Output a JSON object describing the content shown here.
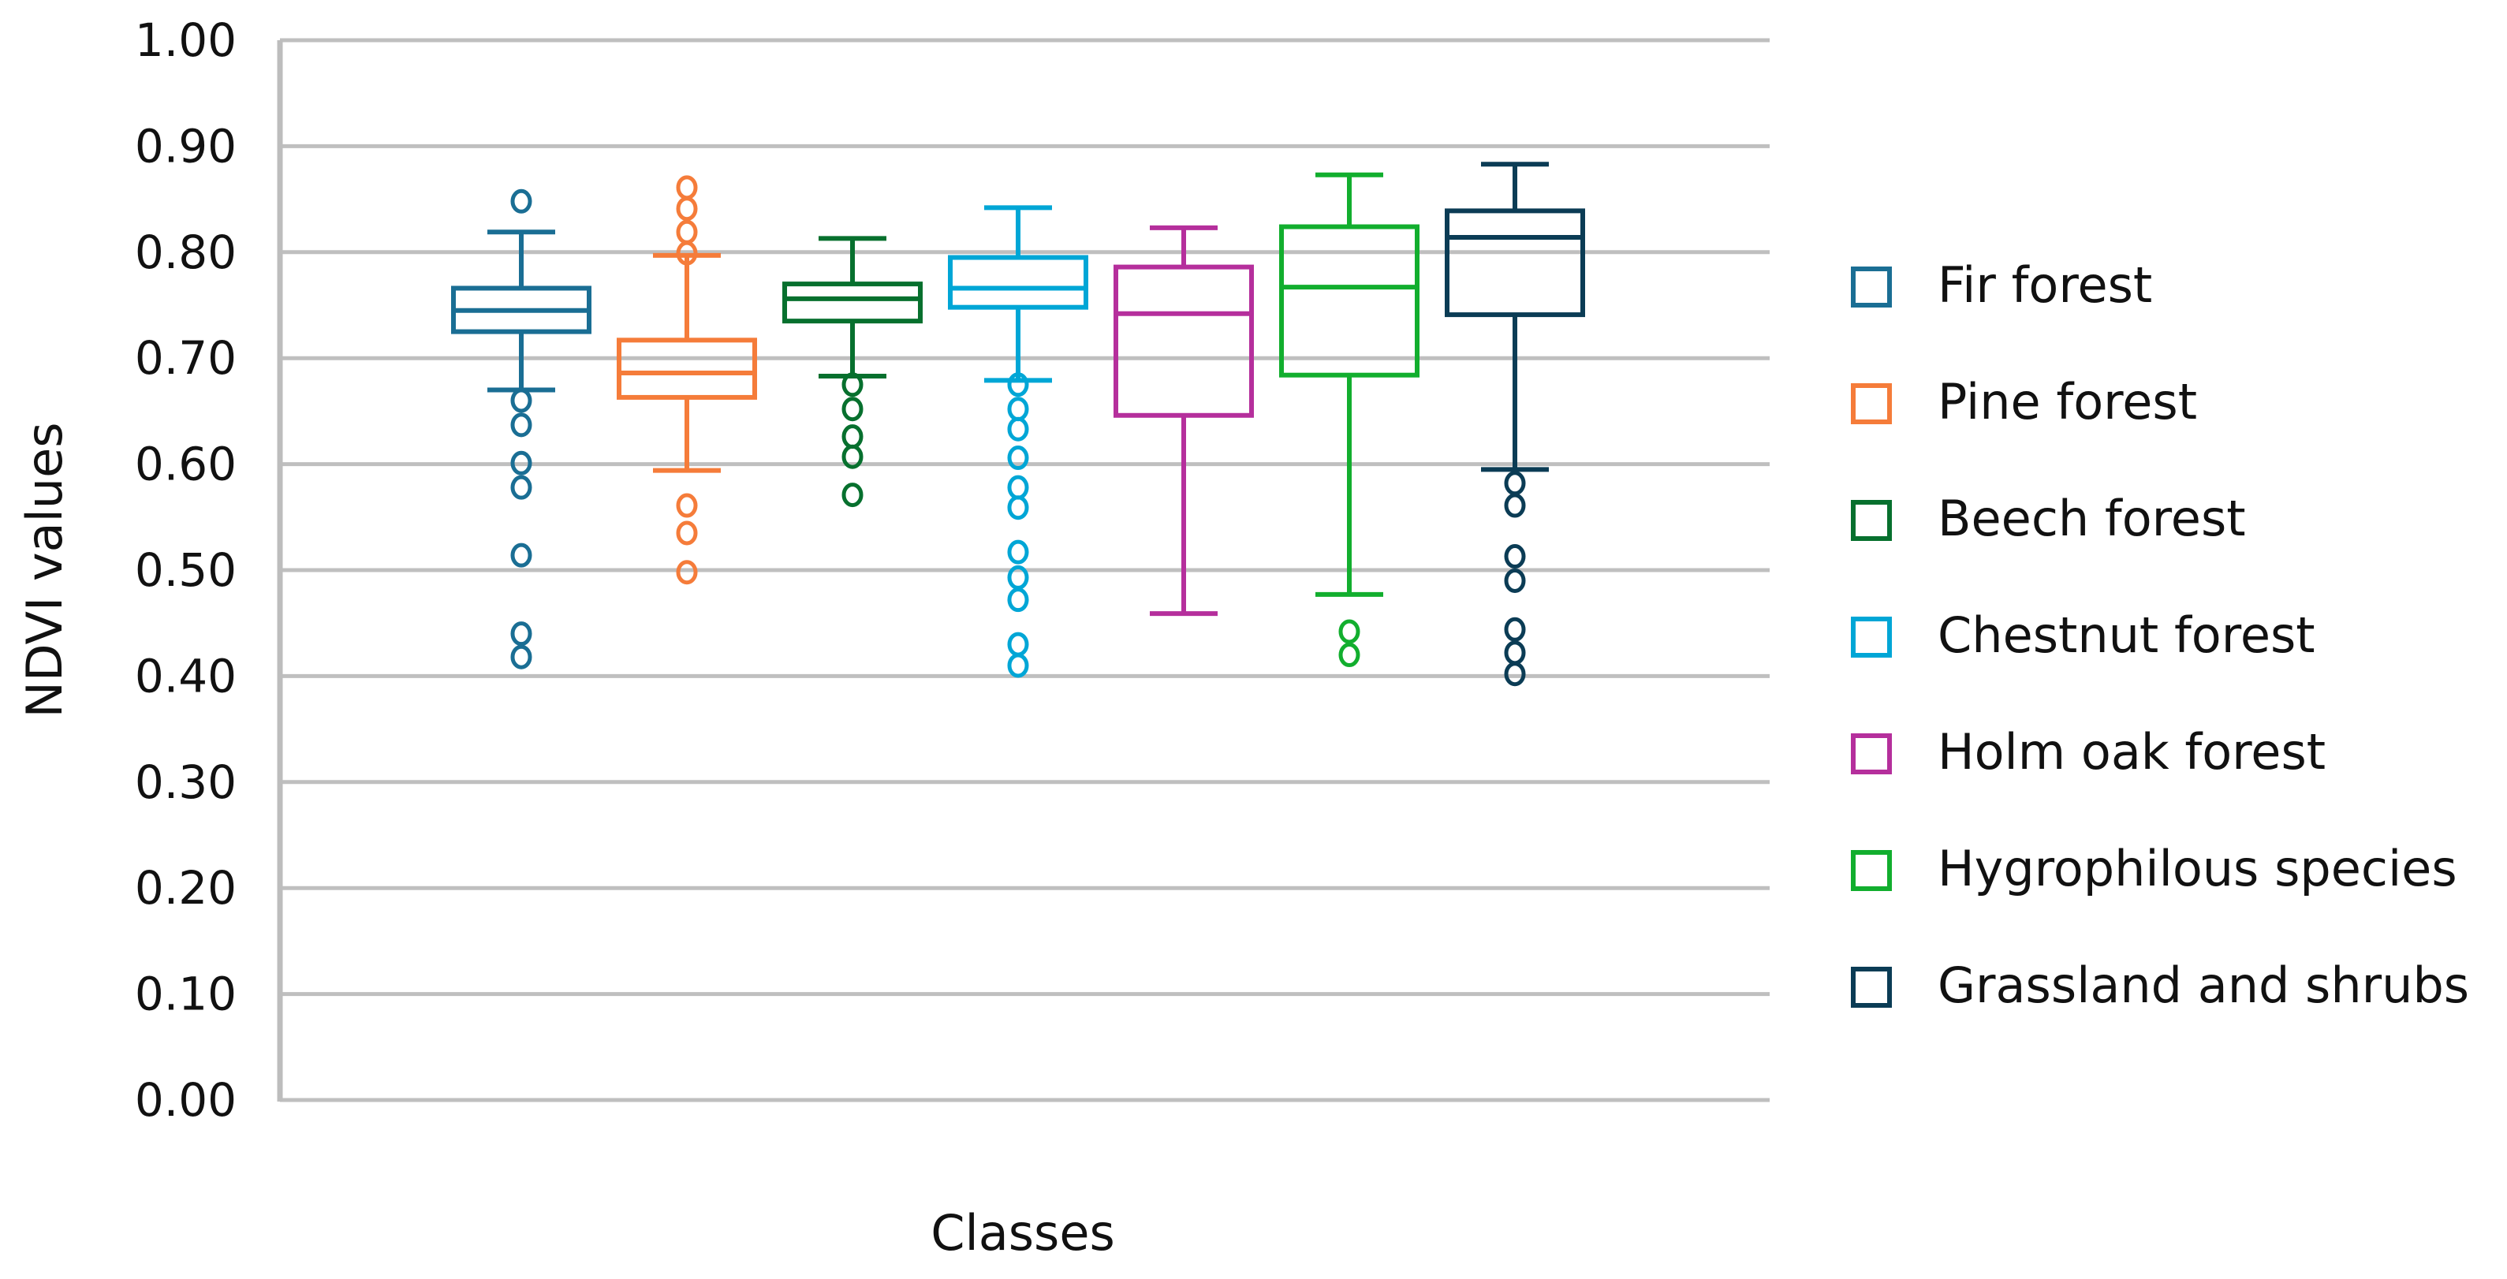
{
  "chart_data": {
    "type": "boxplot",
    "xlabel": "Classes",
    "ylabel": "NDVI values",
    "ylim": [
      0,
      1
    ],
    "yticks": [
      "0.00",
      "0.10",
      "0.20",
      "0.30",
      "0.40",
      "0.50",
      "0.60",
      "0.70",
      "0.80",
      "0.90",
      "1.00"
    ],
    "grid": true,
    "legend_position": "right",
    "series": [
      {
        "name": "Fir forest",
        "color": "#1a6e94",
        "whisker_low": 0.67,
        "q1": 0.725,
        "median": 0.745,
        "q3": 0.766,
        "whisker_high": 0.819,
        "outliers": [
          0.848,
          0.66,
          0.637,
          0.601,
          0.578,
          0.514,
          0.44,
          0.418
        ]
      },
      {
        "name": "Pine forest",
        "color": "#f57c3a",
        "whisker_low": 0.594,
        "q1": 0.663,
        "median": 0.686,
        "q3": 0.717,
        "whisker_high": 0.797,
        "outliers": [
          0.861,
          0.841,
          0.819,
          0.799,
          0.561,
          0.535,
          0.498
        ]
      },
      {
        "name": "Beech forest",
        "color": "#07702e",
        "whisker_low": 0.683,
        "q1": 0.735,
        "median": 0.756,
        "q3": 0.77,
        "whisker_high": 0.813,
        "outliers": [
          0.675,
          0.652,
          0.626,
          0.607,
          0.571
        ]
      },
      {
        "name": "Chestnut forest",
        "color": "#00a6d6",
        "whisker_low": 0.679,
        "q1": 0.748,
        "median": 0.766,
        "q3": 0.795,
        "whisker_high": 0.842,
        "outliers": [
          0.675,
          0.652,
          0.633,
          0.606,
          0.578,
          0.559,
          0.517,
          0.493,
          0.472,
          0.43,
          0.41
        ]
      },
      {
        "name": "Holm oak forest",
        "color": "#b52f9c",
        "whisker_low": 0.459,
        "q1": 0.646,
        "median": 0.742,
        "q3": 0.786,
        "whisker_high": 0.823,
        "outliers": []
      },
      {
        "name": "Hygrophilous species",
        "color": "#12ae2e",
        "whisker_low": 0.477,
        "q1": 0.684,
        "median": 0.767,
        "q3": 0.824,
        "whisker_high": 0.873,
        "outliers": [
          0.442,
          0.42
        ]
      },
      {
        "name": "Grassland and shrubs",
        "color": "#0b3c55",
        "whisker_low": 0.595,
        "q1": 0.741,
        "median": 0.814,
        "q3": 0.839,
        "whisker_high": 0.883,
        "outliers": [
          0.582,
          0.561,
          0.513,
          0.49,
          0.444,
          0.422,
          0.402
        ]
      }
    ]
  }
}
